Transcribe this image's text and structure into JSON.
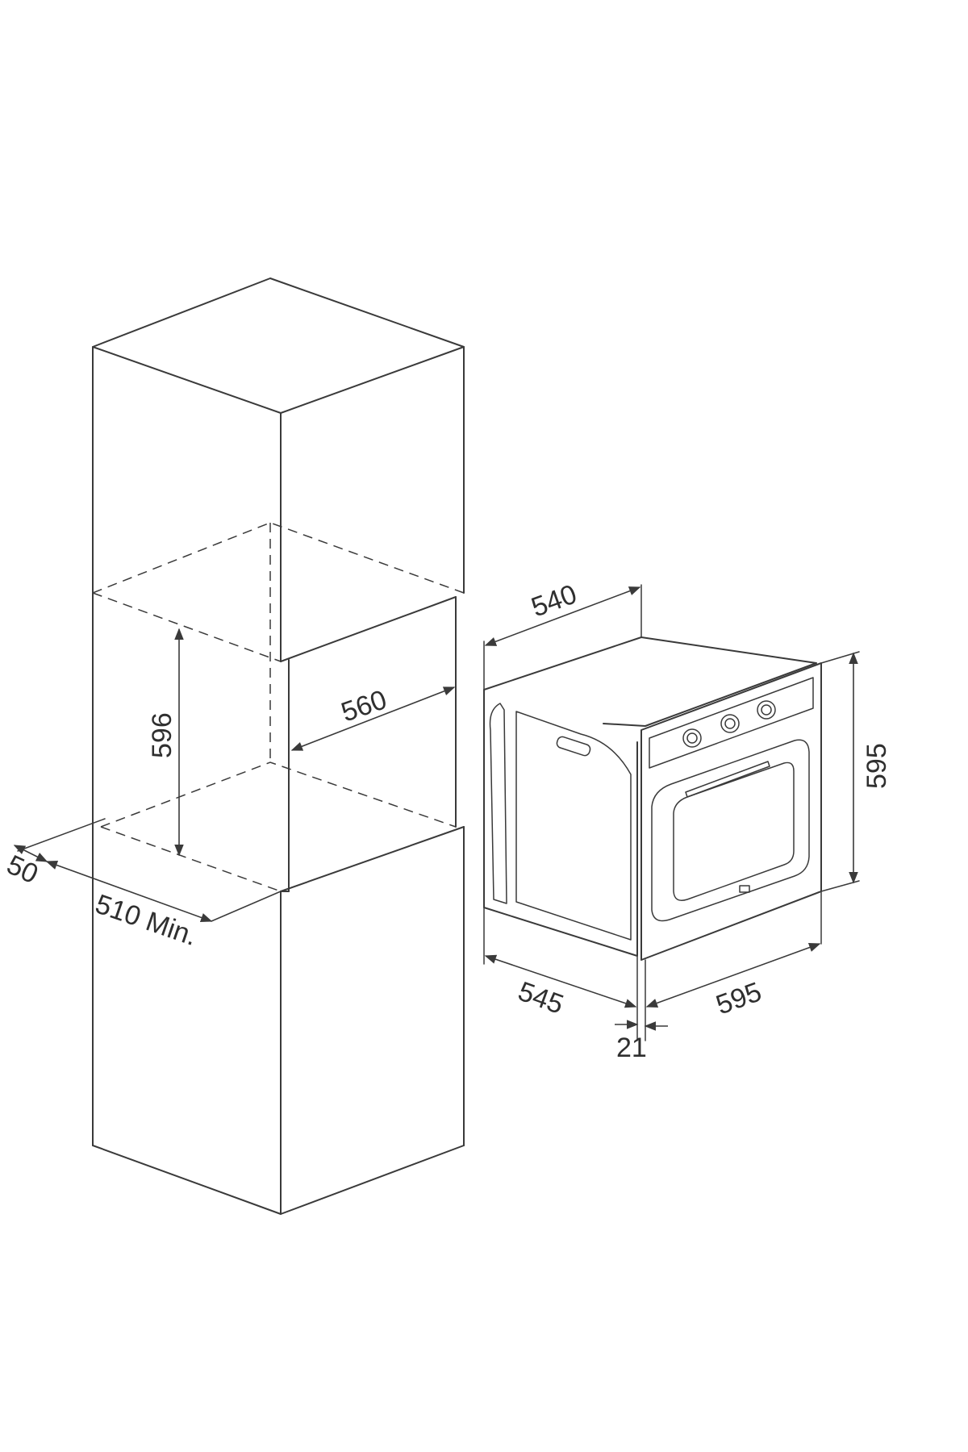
{
  "dimensions": {
    "cabinet_height": "596",
    "cabinet_width": "560",
    "cabinet_depth": "510 Min.",
    "cabinet_gap": "50",
    "oven_depth_top": "540",
    "oven_height": "595",
    "oven_depth_bottom": "545",
    "oven_width": "595",
    "door_thickness": "21"
  },
  "colors": {
    "line": "#3a3a3a",
    "background": "#ffffff"
  }
}
